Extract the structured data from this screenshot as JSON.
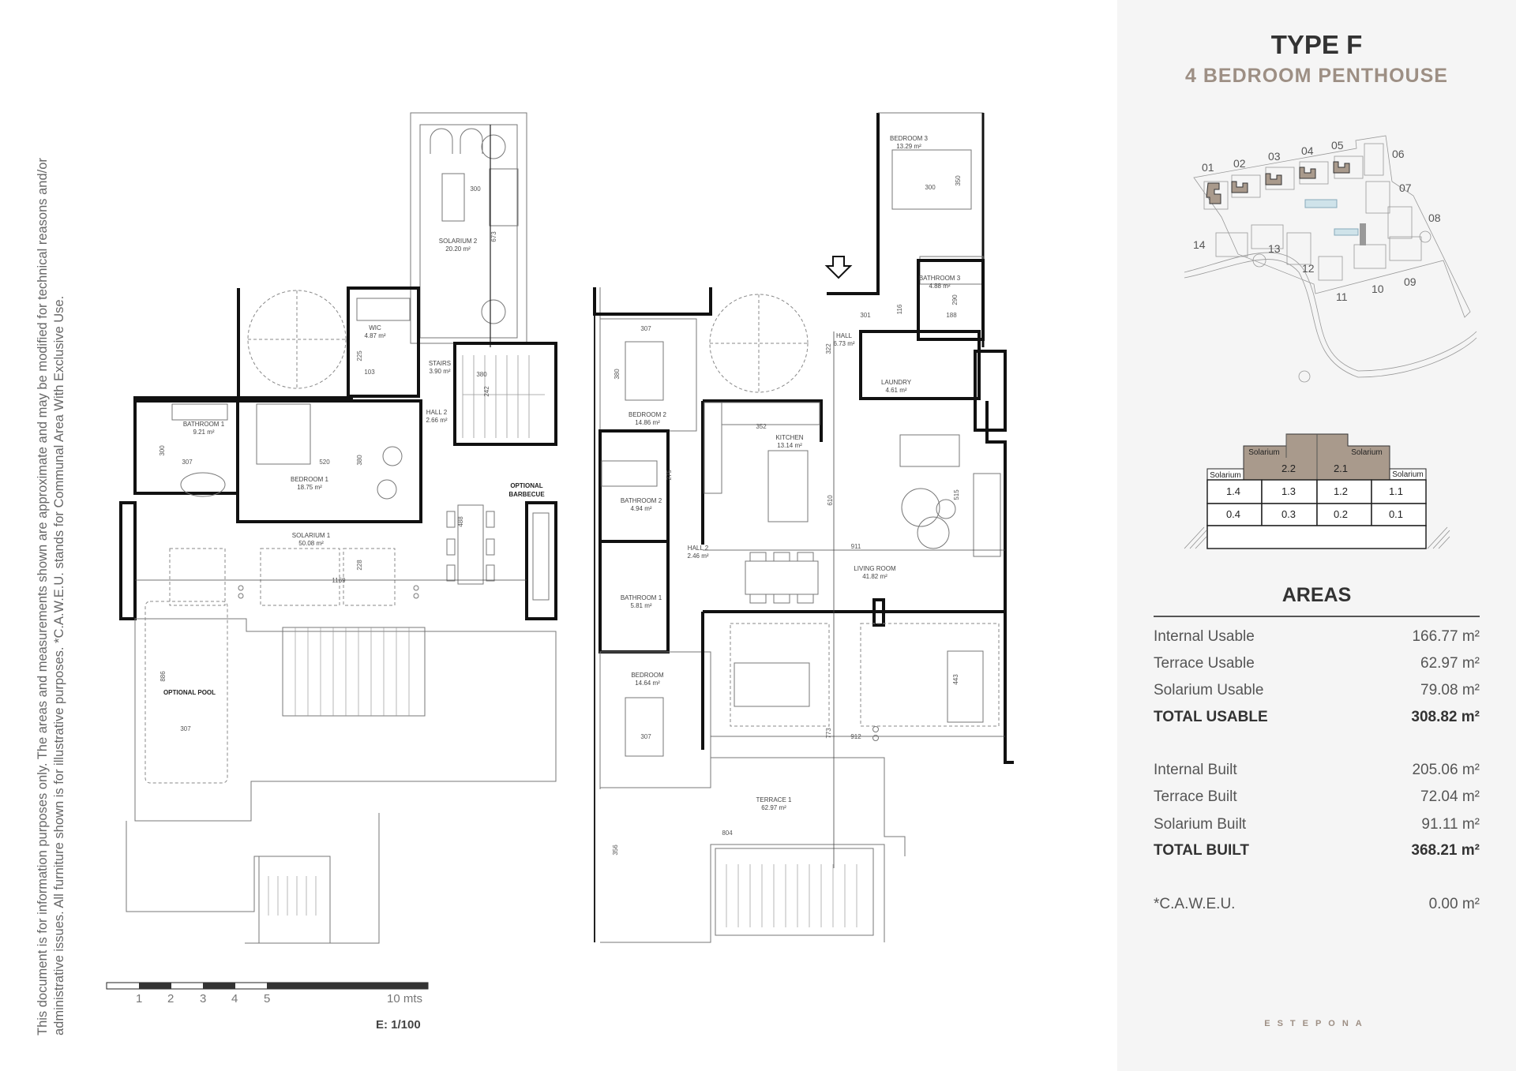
{
  "header": {
    "title": "TYPE F",
    "subtitle": "4 BEDROOM PENTHOUSE"
  },
  "colors": {
    "accent": "#9d8f84",
    "building_fill": "#a99a8c",
    "panel_bg": "#f5f5f5"
  },
  "disclaimer": {
    "line1": "This document is for information purposes only. The areas and measurements shown are approximate and may be modified for technical reasons and/or",
    "line2": "administrative issues. All furniture shown is for illustrative purposes. *C.A.W.E.U. stands for Communal Area With Exclusive Use."
  },
  "site_map": {
    "labels": [
      "01",
      "02",
      "03",
      "04",
      "05",
      "06",
      "07",
      "08",
      "09",
      "10",
      "11",
      "12",
      "13",
      "14"
    ],
    "highlighted": [
      "01",
      "02",
      "03",
      "04",
      "05"
    ]
  },
  "building_diagram": {
    "solarium_label": "Solarium",
    "upper_units": [
      "2.2",
      "2.1"
    ],
    "row1": [
      "1.4",
      "1.3",
      "1.2",
      "1.1"
    ],
    "row0": [
      "0.4",
      "0.3",
      "0.2",
      "0.1"
    ]
  },
  "areas": {
    "heading": "AREAS",
    "usable": [
      {
        "label": "Internal Usable",
        "value": "166.77 m²"
      },
      {
        "label": "Terrace Usable",
        "value": "62.97 m²"
      },
      {
        "label": "Solarium Usable",
        "value": "79.08 m²"
      },
      {
        "label": "TOTAL USABLE",
        "value": "308.82 m²"
      }
    ],
    "built": [
      {
        "label": "Internal Built",
        "value": "205.06 m²"
      },
      {
        "label": "Terrace Built",
        "value": "72.04 m²"
      },
      {
        "label": "Solarium Built",
        "value": "91.11 m²"
      },
      {
        "label": "TOTAL BUILT",
        "value": "368.21 m²"
      }
    ],
    "caweu": {
      "label": "*C.A.W.E.U.",
      "value": "0.00 m²"
    }
  },
  "brand": "ESTEPONA",
  "scale_bar": {
    "ticks": [
      "1",
      "2",
      "3",
      "4",
      "5"
    ],
    "end_label": "10 mts",
    "scale": "E: 1/100"
  },
  "plan_upper": {
    "rooms": [
      {
        "name": "SOLARIUM 2",
        "area": "20.20 m²"
      },
      {
        "name": "WIC",
        "area": "4.87 m²"
      },
      {
        "name": "STAIRS",
        "area": "3.90 m²"
      },
      {
        "name": "HALL 2",
        "area": "2.66 m²"
      },
      {
        "name": "BATHROOM 1",
        "area": "9.21 m²"
      },
      {
        "name": "BEDROOM 1",
        "area": "18.75 m²"
      },
      {
        "name": "SOLARIUM 1",
        "area": "50.08 m²"
      }
    ],
    "notes": [
      "OPTIONAL",
      "BARBECUE",
      "OPTIONAL POOL"
    ],
    "dims": [
      "300",
      "673",
      "225",
      "103",
      "380",
      "242",
      "307",
      "520",
      "300",
      "380",
      "488",
      "228",
      "1169",
      "886",
      "307"
    ]
  },
  "plan_lower": {
    "rooms": [
      {
        "name": "BEDROOM 3",
        "area": "13.29 m²"
      },
      {
        "name": "BATHROOM 3",
        "area": "4.88 m²"
      },
      {
        "name": "HALL",
        "area": "6.73 m²"
      },
      {
        "name": "LAUNDRY",
        "area": "4.61 m²"
      },
      {
        "name": "BEDROOM 2",
        "area": "14.86 m²"
      },
      {
        "name": "KITCHEN",
        "area": "13.14 m²"
      },
      {
        "name": "BATHROOM 2",
        "area": "4.94 m²"
      },
      {
        "name": "HALL 2",
        "area": "2.46 m²"
      },
      {
        "name": "LIVING ROOM",
        "area": "41.82 m²"
      },
      {
        "name": "BATHROOM 1",
        "area": "5.81 m²"
      },
      {
        "name": "BEDROOM",
        "area": "14.64 m²"
      },
      {
        "name": "TERRACE 1",
        "area": "62.97 m²"
      }
    ],
    "dims": [
      "300",
      "350",
      "116",
      "301",
      "188",
      "290",
      "322",
      "307",
      "380",
      "352",
      "610",
      "275",
      "911",
      "515",
      "443",
      "307",
      "773",
      "912",
      "804",
      "356"
    ]
  }
}
